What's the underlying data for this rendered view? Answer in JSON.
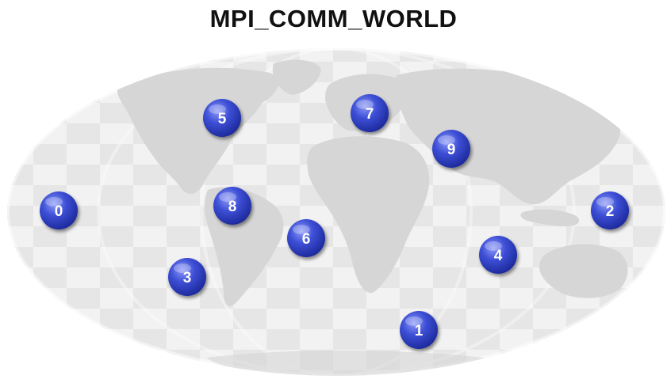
{
  "title": "MPI_COMM_WORLD",
  "colors": {
    "node_fill": "#3545cf",
    "node_highlight": "#7a88f0",
    "map_light": "#f2f2f2",
    "map_dark": "#e6e6e6",
    "land": "#d6d6d6"
  },
  "icons": {
    "background": "world-map-icon",
    "node": "process-node-icon"
  },
  "processes": [
    {
      "rank": "0"
    },
    {
      "rank": "1"
    },
    {
      "rank": "2"
    },
    {
      "rank": "3"
    },
    {
      "rank": "4"
    },
    {
      "rank": "5"
    },
    {
      "rank": "6"
    },
    {
      "rank": "7"
    },
    {
      "rank": "8"
    },
    {
      "rank": "9"
    }
  ]
}
